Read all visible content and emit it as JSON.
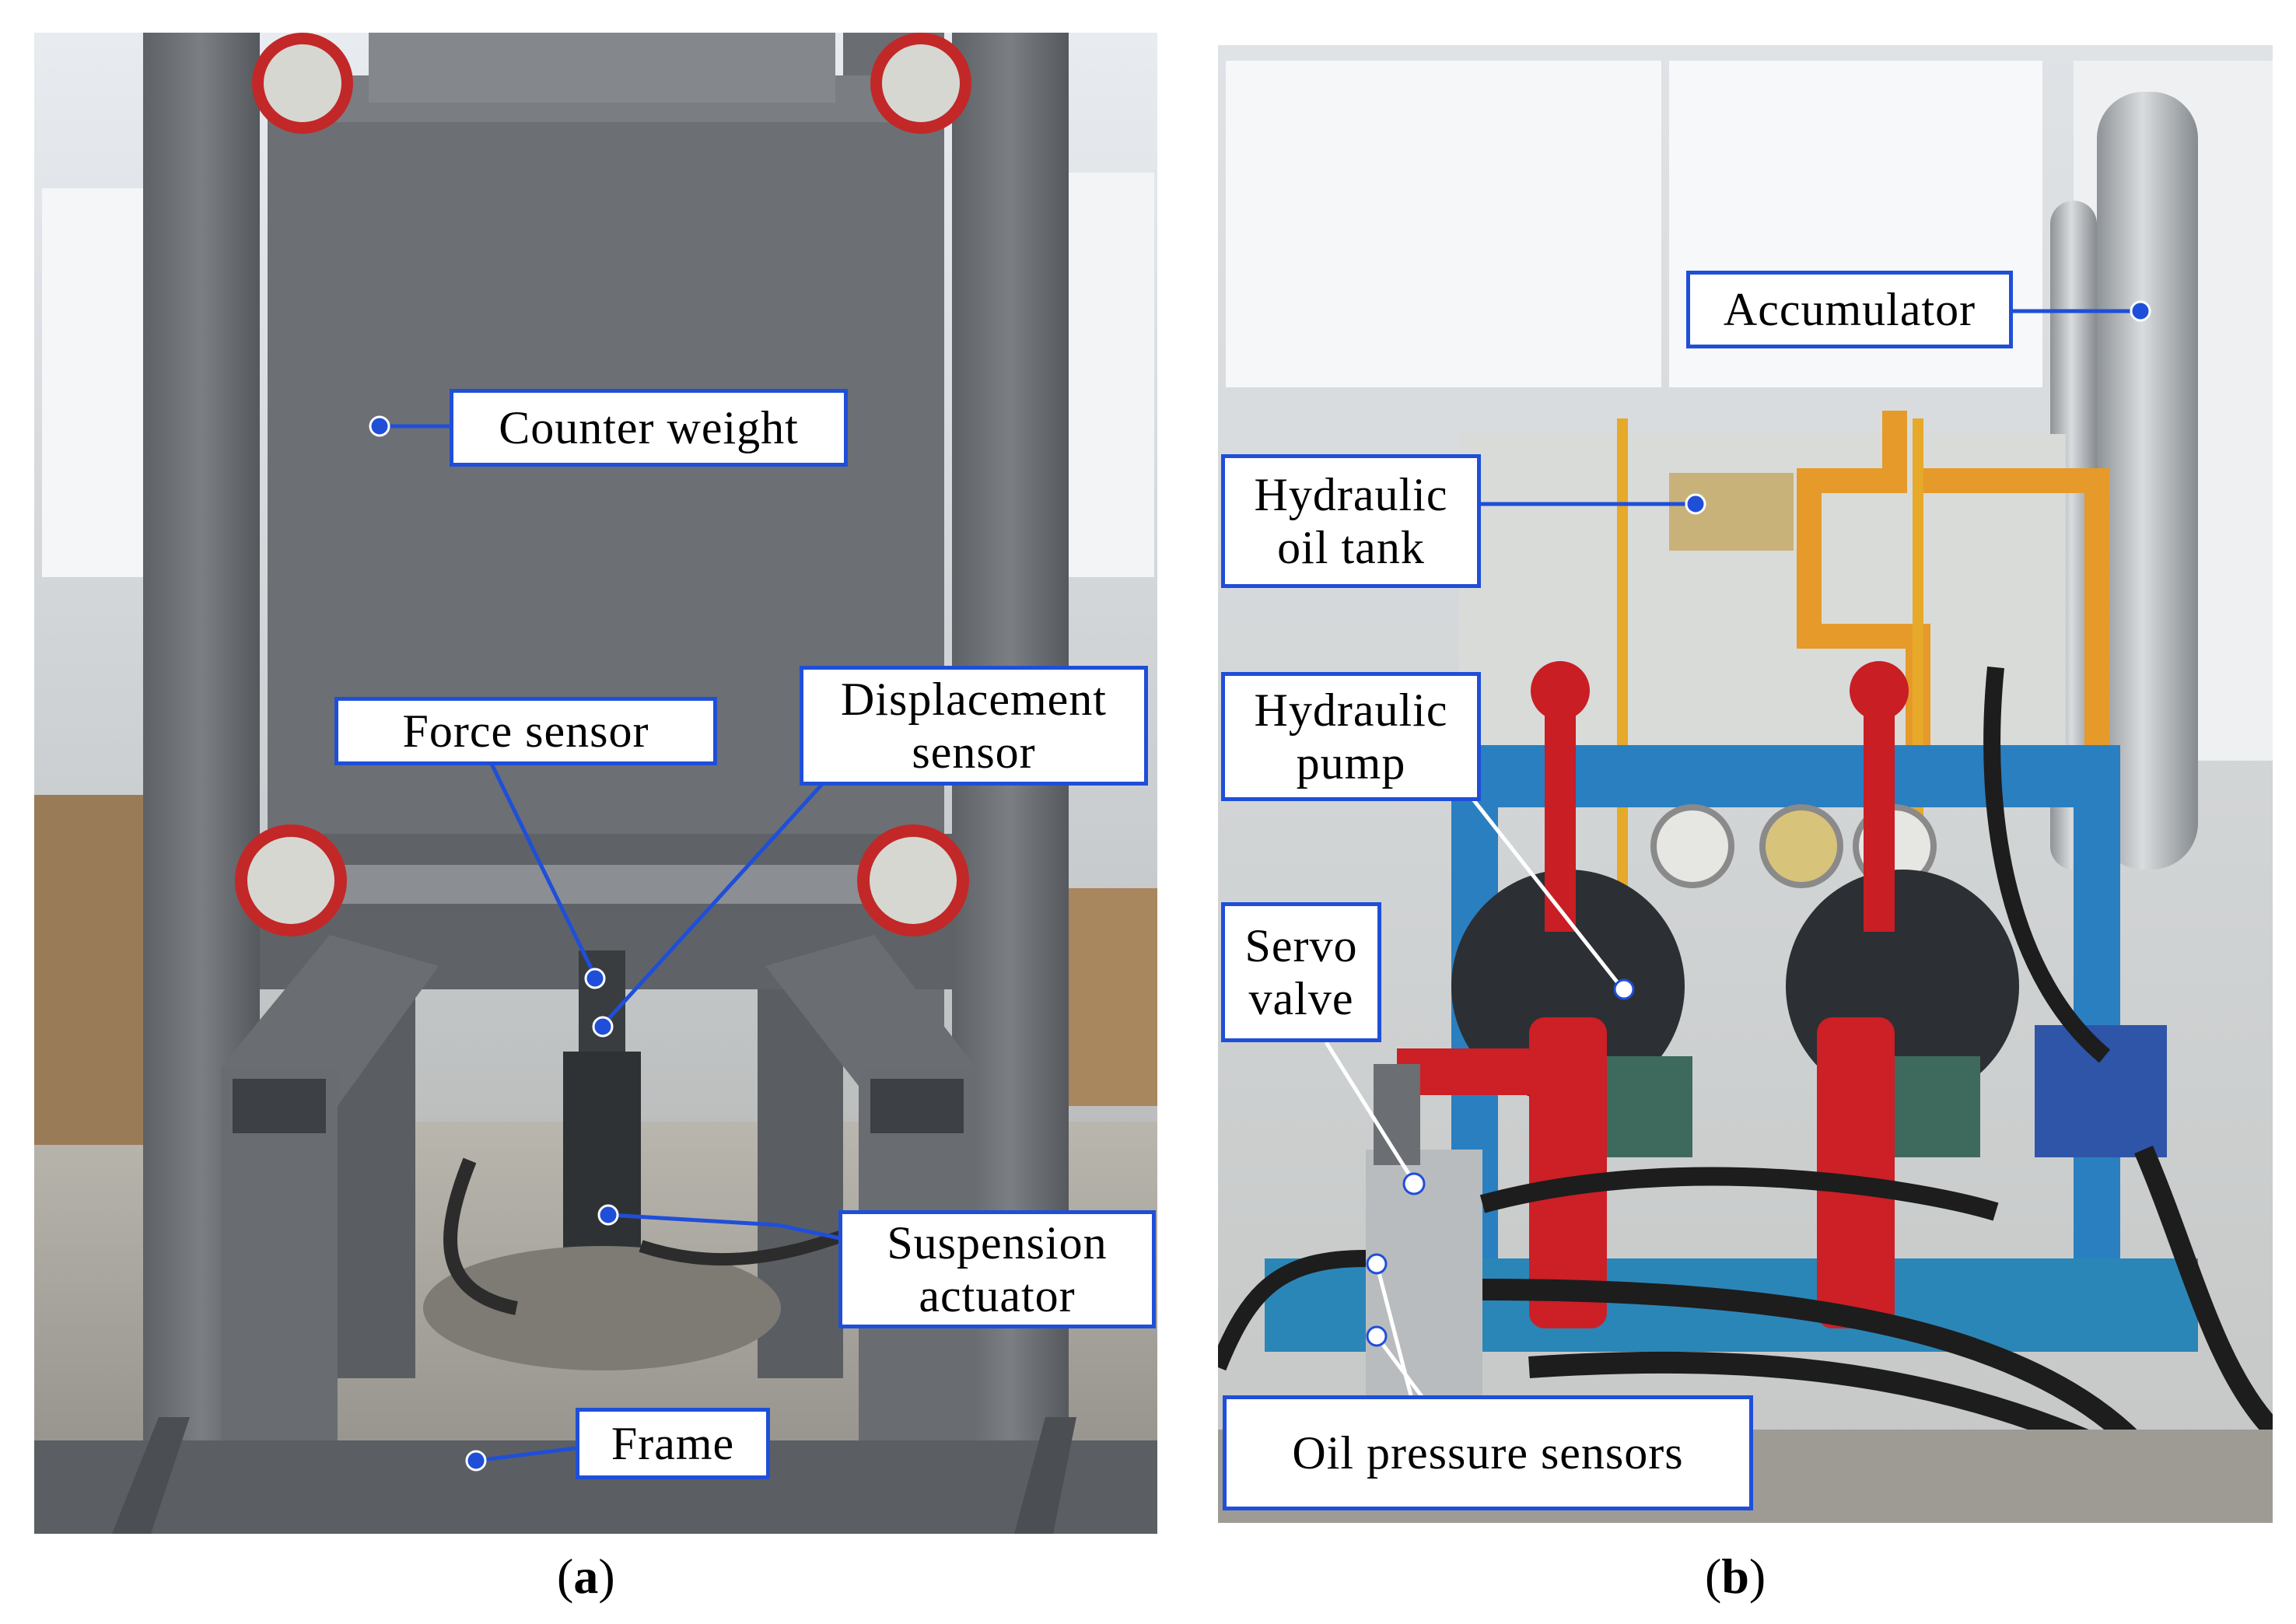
{
  "panel_a": {
    "letter": "a",
    "labels": {
      "counter_weight": "Counter weight",
      "force_sensor": "Force sensor",
      "displacement_line1": "Displacement",
      "displacement_line2": "sensor",
      "suspension_line1": "Suspension",
      "suspension_line2": "actuator",
      "frame": "Frame"
    }
  },
  "panel_b": {
    "letter": "b",
    "labels": {
      "accumulator": "Accumulator",
      "tank_line1": "Hydraulic",
      "tank_line2": "oil tank",
      "pump_line1": "Hydraulic",
      "pump_line2": "pump",
      "valve_line1": "Servo",
      "valve_line2": "valve",
      "oil_pressure": "Oil pressure sensors"
    }
  },
  "colors": {
    "callout": "#1f4fd8"
  }
}
